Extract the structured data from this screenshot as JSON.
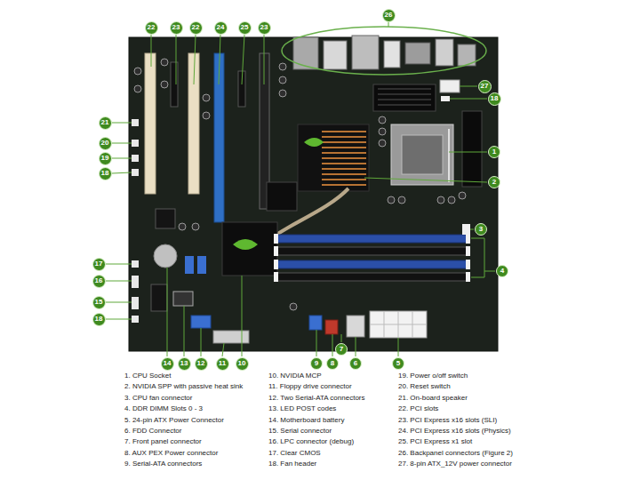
{
  "diagram": {
    "nodes": [
      {
        "text": [
          "26"
        ]
      },
      {
        "text": [
          "22"
        ]
      },
      {
        "text": [
          "23"
        ]
      },
      {
        "text": [
          "22"
        ]
      },
      {
        "text": [
          "24"
        ]
      },
      {
        "text": [
          "25"
        ]
      },
      {
        "text": [
          "23"
        ]
      },
      {
        "text": [
          "27"
        ]
      },
      {
        "text": [
          "18"
        ]
      },
      {
        "text": [
          "21"
        ]
      },
      {
        "text": [
          "20"
        ]
      },
      {
        "text": [
          "19"
        ]
      },
      {
        "text": [
          "18"
        ]
      },
      {
        "text": [
          "1"
        ]
      },
      {
        "text": [
          "2"
        ]
      },
      {
        "text": [
          "3"
        ]
      },
      {
        "text": [
          "17"
        ]
      },
      {
        "text": [
          "4"
        ]
      },
      {
        "text": [
          "16"
        ]
      },
      {
        "text": [
          "15"
        ]
      },
      {
        "text": [
          "18"
        ]
      },
      {
        "text": [
          "7"
        ]
      },
      {
        "text": [
          "14"
        ]
      },
      {
        "text": [
          "13"
        ]
      },
      {
        "text": [
          "12"
        ]
      },
      {
        "text": [
          "11"
        ]
      },
      {
        "text": [
          "10"
        ]
      },
      {
        "text": [
          "9"
        ]
      },
      {
        "text": [
          "8"
        ]
      },
      {
        "text": [
          "6"
        ]
      },
      {
        "text": [
          "5"
        ]
      }
    ],
    "labels": [
      "1. CPU Socket",
      "2. NVIDIA SPP with passive heat sink",
      "3. CPU fan connector",
      "4. DDR DIMM Slots 0 - 3",
      "5. 24-pin ATX Power Connector",
      "6. FDD Connector",
      "7. Front panel connector",
      "8. AUX PEX Power connector",
      "9. Serial-ATA connectors",
      "10. NVIDIA MCP",
      "11. Floppy drive connector",
      "12. Two Serial-ATA connectors",
      "13. LED POST codes",
      "14. Motherboard battery",
      "15. Serial connector",
      "16. LPC connector (debug)",
      "17. Clear CMOS",
      "18. Fan header",
      "19. Power o/off switch",
      "20. Reset switch",
      "21. On-board speaker",
      "22. PCI slots",
      "23. PCI Express x16 slots (SLI)",
      "24. PCI Express x16 slots (Physics)",
      "25. PCI Express x1 slot",
      "26. Backpanel connectors (Figure 2)",
      "27. 8-pin ATX_12V power connector"
    ]
  }
}
